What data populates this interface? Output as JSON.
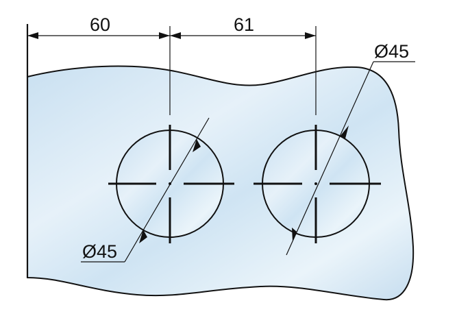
{
  "drawing": {
    "glass_color": "#cfe4f3",
    "glass_highlight": "#eef6fb",
    "line_color": "#111111",
    "dimensions": {
      "spacing_left": "60",
      "spacing_right": "61",
      "hole_left_diameter": "Ø45",
      "hole_right_diameter": "Ø45"
    }
  }
}
